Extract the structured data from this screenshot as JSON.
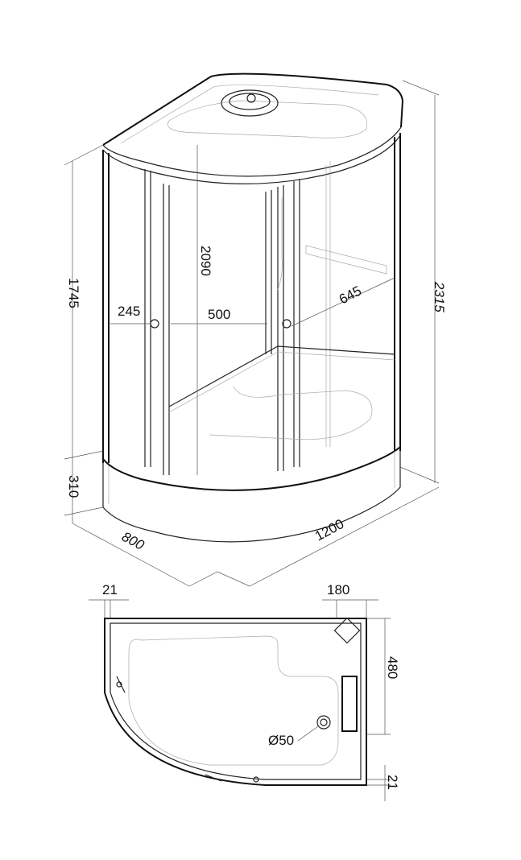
{
  "title": "Shower cabin dimensional drawing",
  "dimensions": {
    "total_height": "2315",
    "cabin_height": "1745",
    "inner_height": "2090",
    "side_panel": "245",
    "door_opening": "500",
    "right_panel": "645",
    "tray_height": "310",
    "depth": "800",
    "width": "1200",
    "plan_wall_left": "21",
    "plan_corner": "180",
    "plan_depth_offset": "480",
    "drain": "Ø50",
    "plan_wall_bottom": "21"
  }
}
